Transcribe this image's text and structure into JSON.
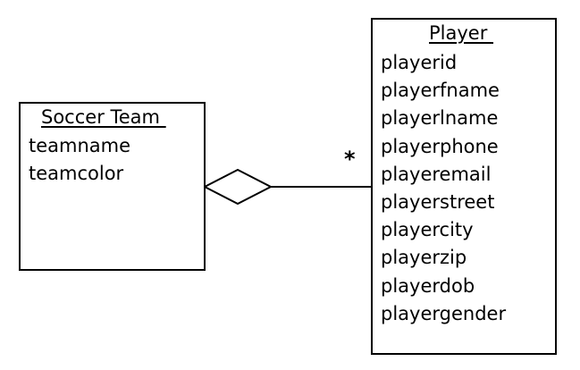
{
  "classes": {
    "soccer_team": {
      "name": "Soccer Team ",
      "attributes": [
        "teamname",
        "teamcolor"
      ]
    },
    "player": {
      "name": "Player ",
      "attributes": [
        "playerid",
        "playerfname",
        "playerlname",
        "playerphone",
        "playeremail",
        "playerstreet",
        "playercity",
        "playerzip",
        "playerdob",
        "playergender"
      ]
    }
  },
  "association": {
    "type": "aggregation",
    "whole_end_symbol": "hollow-diamond",
    "part_multiplicity": "*"
  }
}
